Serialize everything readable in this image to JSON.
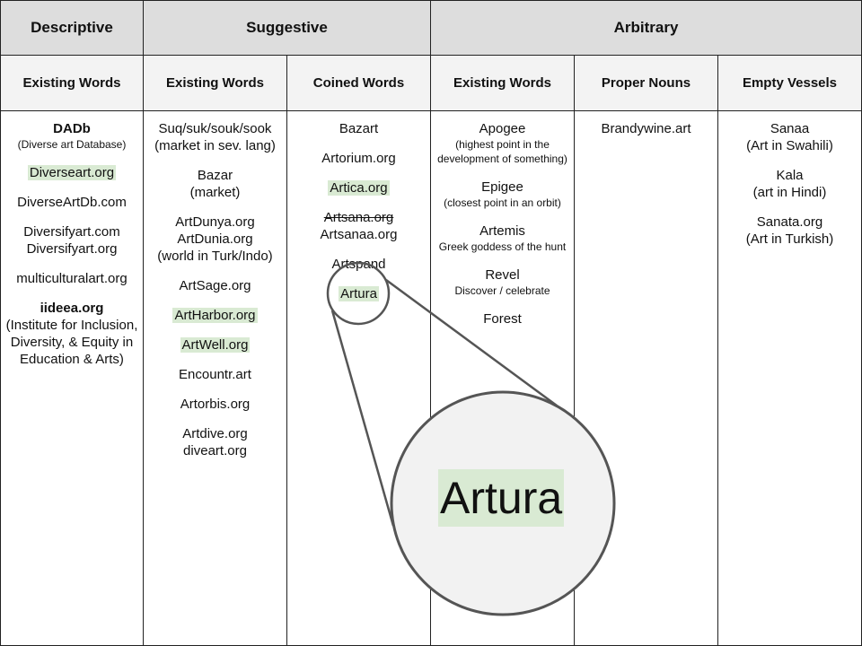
{
  "headers": {
    "descriptive": "Descriptive",
    "suggestive": "Suggestive",
    "arbitrary": "Arbitrary"
  },
  "subheaders": [
    "Existing Words",
    "Existing Words",
    "Coined Words",
    "Existing Words",
    "Proper Nouns",
    "Empty Vessels"
  ],
  "descriptive_existing": [
    {
      "bold": "DADb",
      "small": "(Diverse art Database)"
    },
    {
      "text": "Diverseart.org",
      "highlight": true
    },
    {
      "text": "DiverseArtDb.com"
    },
    {
      "lines": [
        "Diversifyart.com",
        "Diversifyart.org"
      ]
    },
    {
      "text": "multiculturalart.org"
    },
    {
      "bold": "iideea.org",
      "lines": [
        "(Institute for Inclusion,",
        "Diversity, & Equity in",
        "Education & Arts)"
      ]
    }
  ],
  "suggestive_existing": [
    {
      "lines": [
        "Suq/suk/souk/sook",
        "(market in sev. lang)"
      ]
    },
    {
      "lines": [
        "Bazar",
        "(market)"
      ]
    },
    {
      "lines": [
        "ArtDunya.org",
        "ArtDunia.org",
        "(world in Turk/Indo)"
      ]
    },
    {
      "text": "ArtSage.org"
    },
    {
      "text": "ArtHarbor.org",
      "highlight": true
    },
    {
      "text": "ArtWell.org",
      "highlight": true
    },
    {
      "text": "Encountr.art"
    },
    {
      "text": "Artorbis.org"
    },
    {
      "lines": [
        "Artdive.org",
        "diveart.org"
      ]
    }
  ],
  "suggestive_coined": [
    {
      "text": "Bazart"
    },
    {
      "text": "Artorium.org"
    },
    {
      "text": "Artica.org",
      "highlight": true
    },
    {
      "strike": "Artsana.org",
      "lines": [
        "Artsanaa.org"
      ]
    },
    {
      "text": "Artspand"
    },
    {
      "text": "Artura",
      "highlight": true
    }
  ],
  "arbitrary_existing": [
    {
      "text": "Apogee",
      "small_lines": [
        "(highest point in the",
        "development of something)"
      ]
    },
    {
      "text": "Epigee",
      "small_lines": [
        "(closest point in an orbit)"
      ]
    },
    {
      "text": "Artemis",
      "small_lines": [
        "Greek goddess of the hunt"
      ]
    },
    {
      "text": "Revel",
      "small_lines": [
        "Discover / celebrate"
      ]
    },
    {
      "text": "Forest"
    }
  ],
  "arbitrary_proper": [
    {
      "text": "Brandywine.art"
    }
  ],
  "arbitrary_empty": [
    {
      "lines": [
        "Sanaa",
        "(Art in Swahili)"
      ]
    },
    {
      "lines": [
        "Kala",
        "(art in Hindi)"
      ]
    },
    {
      "lines": [
        "Sanata.org",
        "(Art in Turkish)"
      ]
    }
  ],
  "zoom": {
    "label": "Artura",
    "highlight_color": "#d9ead3"
  }
}
